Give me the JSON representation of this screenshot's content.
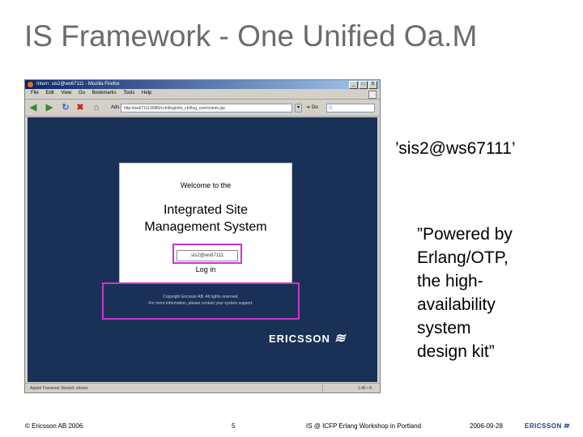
{
  "slide": {
    "title": "IS Framework - One Unified Oa.M",
    "node_name": "’sis2@ws67111’",
    "tagline": "”Powered by\nErlang/OTP,\nthe high-\navailability\nsystem\ndesign kit”"
  },
  "browser": {
    "window_title": "Intern: sis2@ws67111 - Mozilla Firefox",
    "window_controls": [
      "_",
      "□",
      "X"
    ],
    "menu": [
      "File",
      "Edit",
      "View",
      "Go",
      "Bookmarks",
      "Tools",
      "Help"
    ],
    "toolbar": {
      "address_label": "Ads",
      "url": "http://ws67111:8080/cctrl/login/to_ctrl/log_com/comm.jsp",
      "go_label": "Go",
      "search_placeholder": "G"
    },
    "status": {
      "text": "Applet Frameset Started: shown",
      "right": "1:46 • 8"
    }
  },
  "login": {
    "welcome": "Welcome to the",
    "system_name": "Integrated Site\nManagement System",
    "input_value": "sis2@ws67111",
    "login_link": "Log in",
    "footer_line1": "Copyright Ericsson AB. All rights reserved.",
    "footer_line2": "For more information, please contact your system support."
  },
  "content_logo": {
    "text": "ERICSSON",
    "mark": "≋"
  },
  "footer": {
    "copyright": "© Ericsson AB 2006",
    "page": "5",
    "event": "IS @ ICFP Erlang Workshop in Portland",
    "date": "2006-09-28",
    "logo": "ERICSSON",
    "logo_mark": "≋"
  },
  "colors": {
    "title": "#6b6b6b",
    "content_bg": "#1a3157",
    "highlight": "#cc33cc",
    "titlebar": "#0a246a"
  }
}
